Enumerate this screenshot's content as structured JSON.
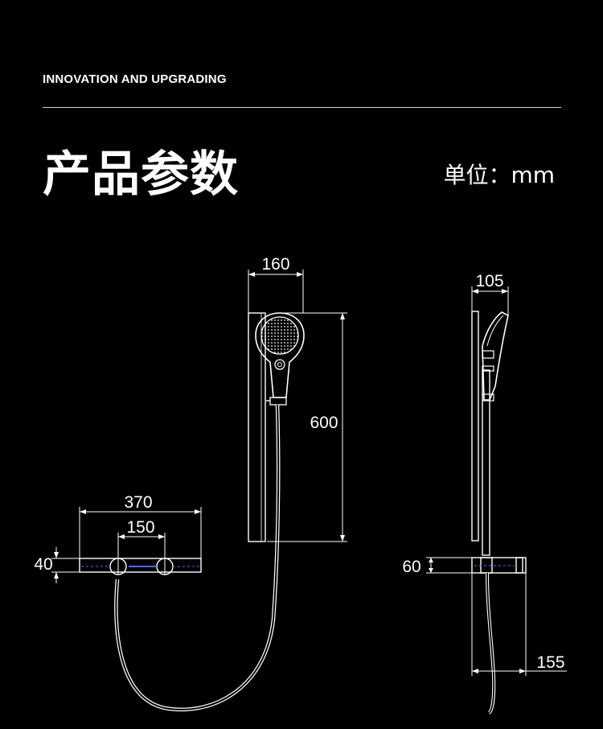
{
  "header": {
    "label": "INNOVATION AND UPGRADING",
    "title": "产品参数",
    "unit": "单位：mm"
  },
  "front_view": {
    "head_width": "160",
    "rail_height": "600",
    "valve_width": "370",
    "inlet_spacing": "150",
    "valve_height": "40"
  },
  "side_view": {
    "rail_depth": "105",
    "valve_depth": "60",
    "projection": "155"
  },
  "colors": {
    "background": "#000000",
    "line": "#ffffff"
  }
}
